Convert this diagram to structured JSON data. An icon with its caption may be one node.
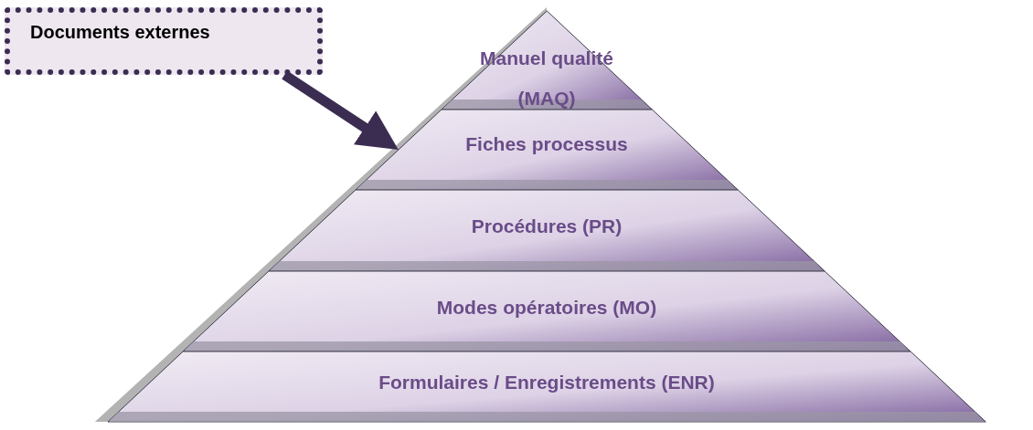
{
  "diagram": {
    "nodes": [
      {
        "text": [
          "Documents externes"
        ]
      },
      {
        "text": [
          "Manuel qualité (MAQ)"
        ]
      },
      {
        "text": [
          "Fiches processus"
        ]
      },
      {
        "text": [
          "Procédures (PR)"
        ]
      },
      {
        "text": [
          "Modes opératoires (MO)"
        ]
      },
      {
        "text": [
          "Formulaires / Enregistrements (ENR)"
        ]
      }
    ],
    "edges": [
      {
        "from": 0,
        "to": 2,
        "arrow": "to"
      }
    ]
  }
}
